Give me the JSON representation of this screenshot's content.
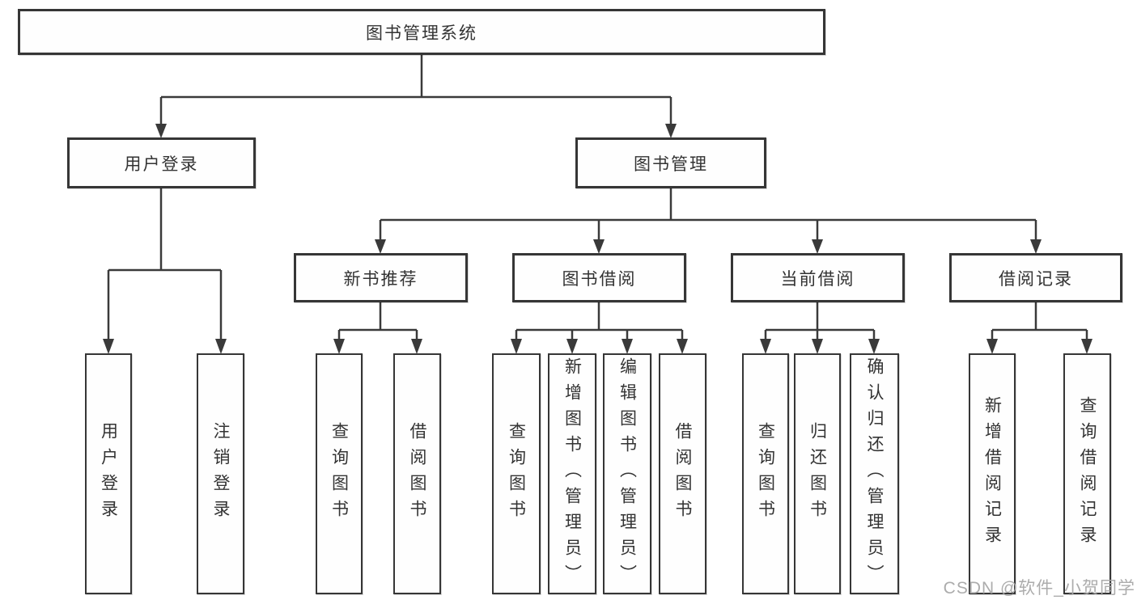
{
  "watermark": "CSDN @软件_小贺同学",
  "tree": {
    "root": "图书管理系统",
    "branches": [
      {
        "label": "用户登录",
        "children": [
          "用户登录",
          "注销登录"
        ]
      },
      {
        "label": "图书管理",
        "children": [
          {
            "label": "新书推荐",
            "children": [
              "查询图书",
              "借阅图书"
            ]
          },
          {
            "label": "图书借阅",
            "children": [
              "查询图书",
              "新增图书（管理员）",
              "编辑图书（管理员）",
              "借阅图书"
            ]
          },
          {
            "label": "当前借阅",
            "children": [
              "查询图书",
              "归还图书",
              "确认归还（管理员）"
            ]
          },
          {
            "label": "借阅记录",
            "children": [
              "新增借阅记录",
              "查询借阅记录"
            ]
          }
        ]
      }
    ]
  },
  "colors": {
    "line": "#3a3a3a",
    "box_border": "#363636",
    "text": "#333333",
    "watermark": "#a8a8a8"
  }
}
